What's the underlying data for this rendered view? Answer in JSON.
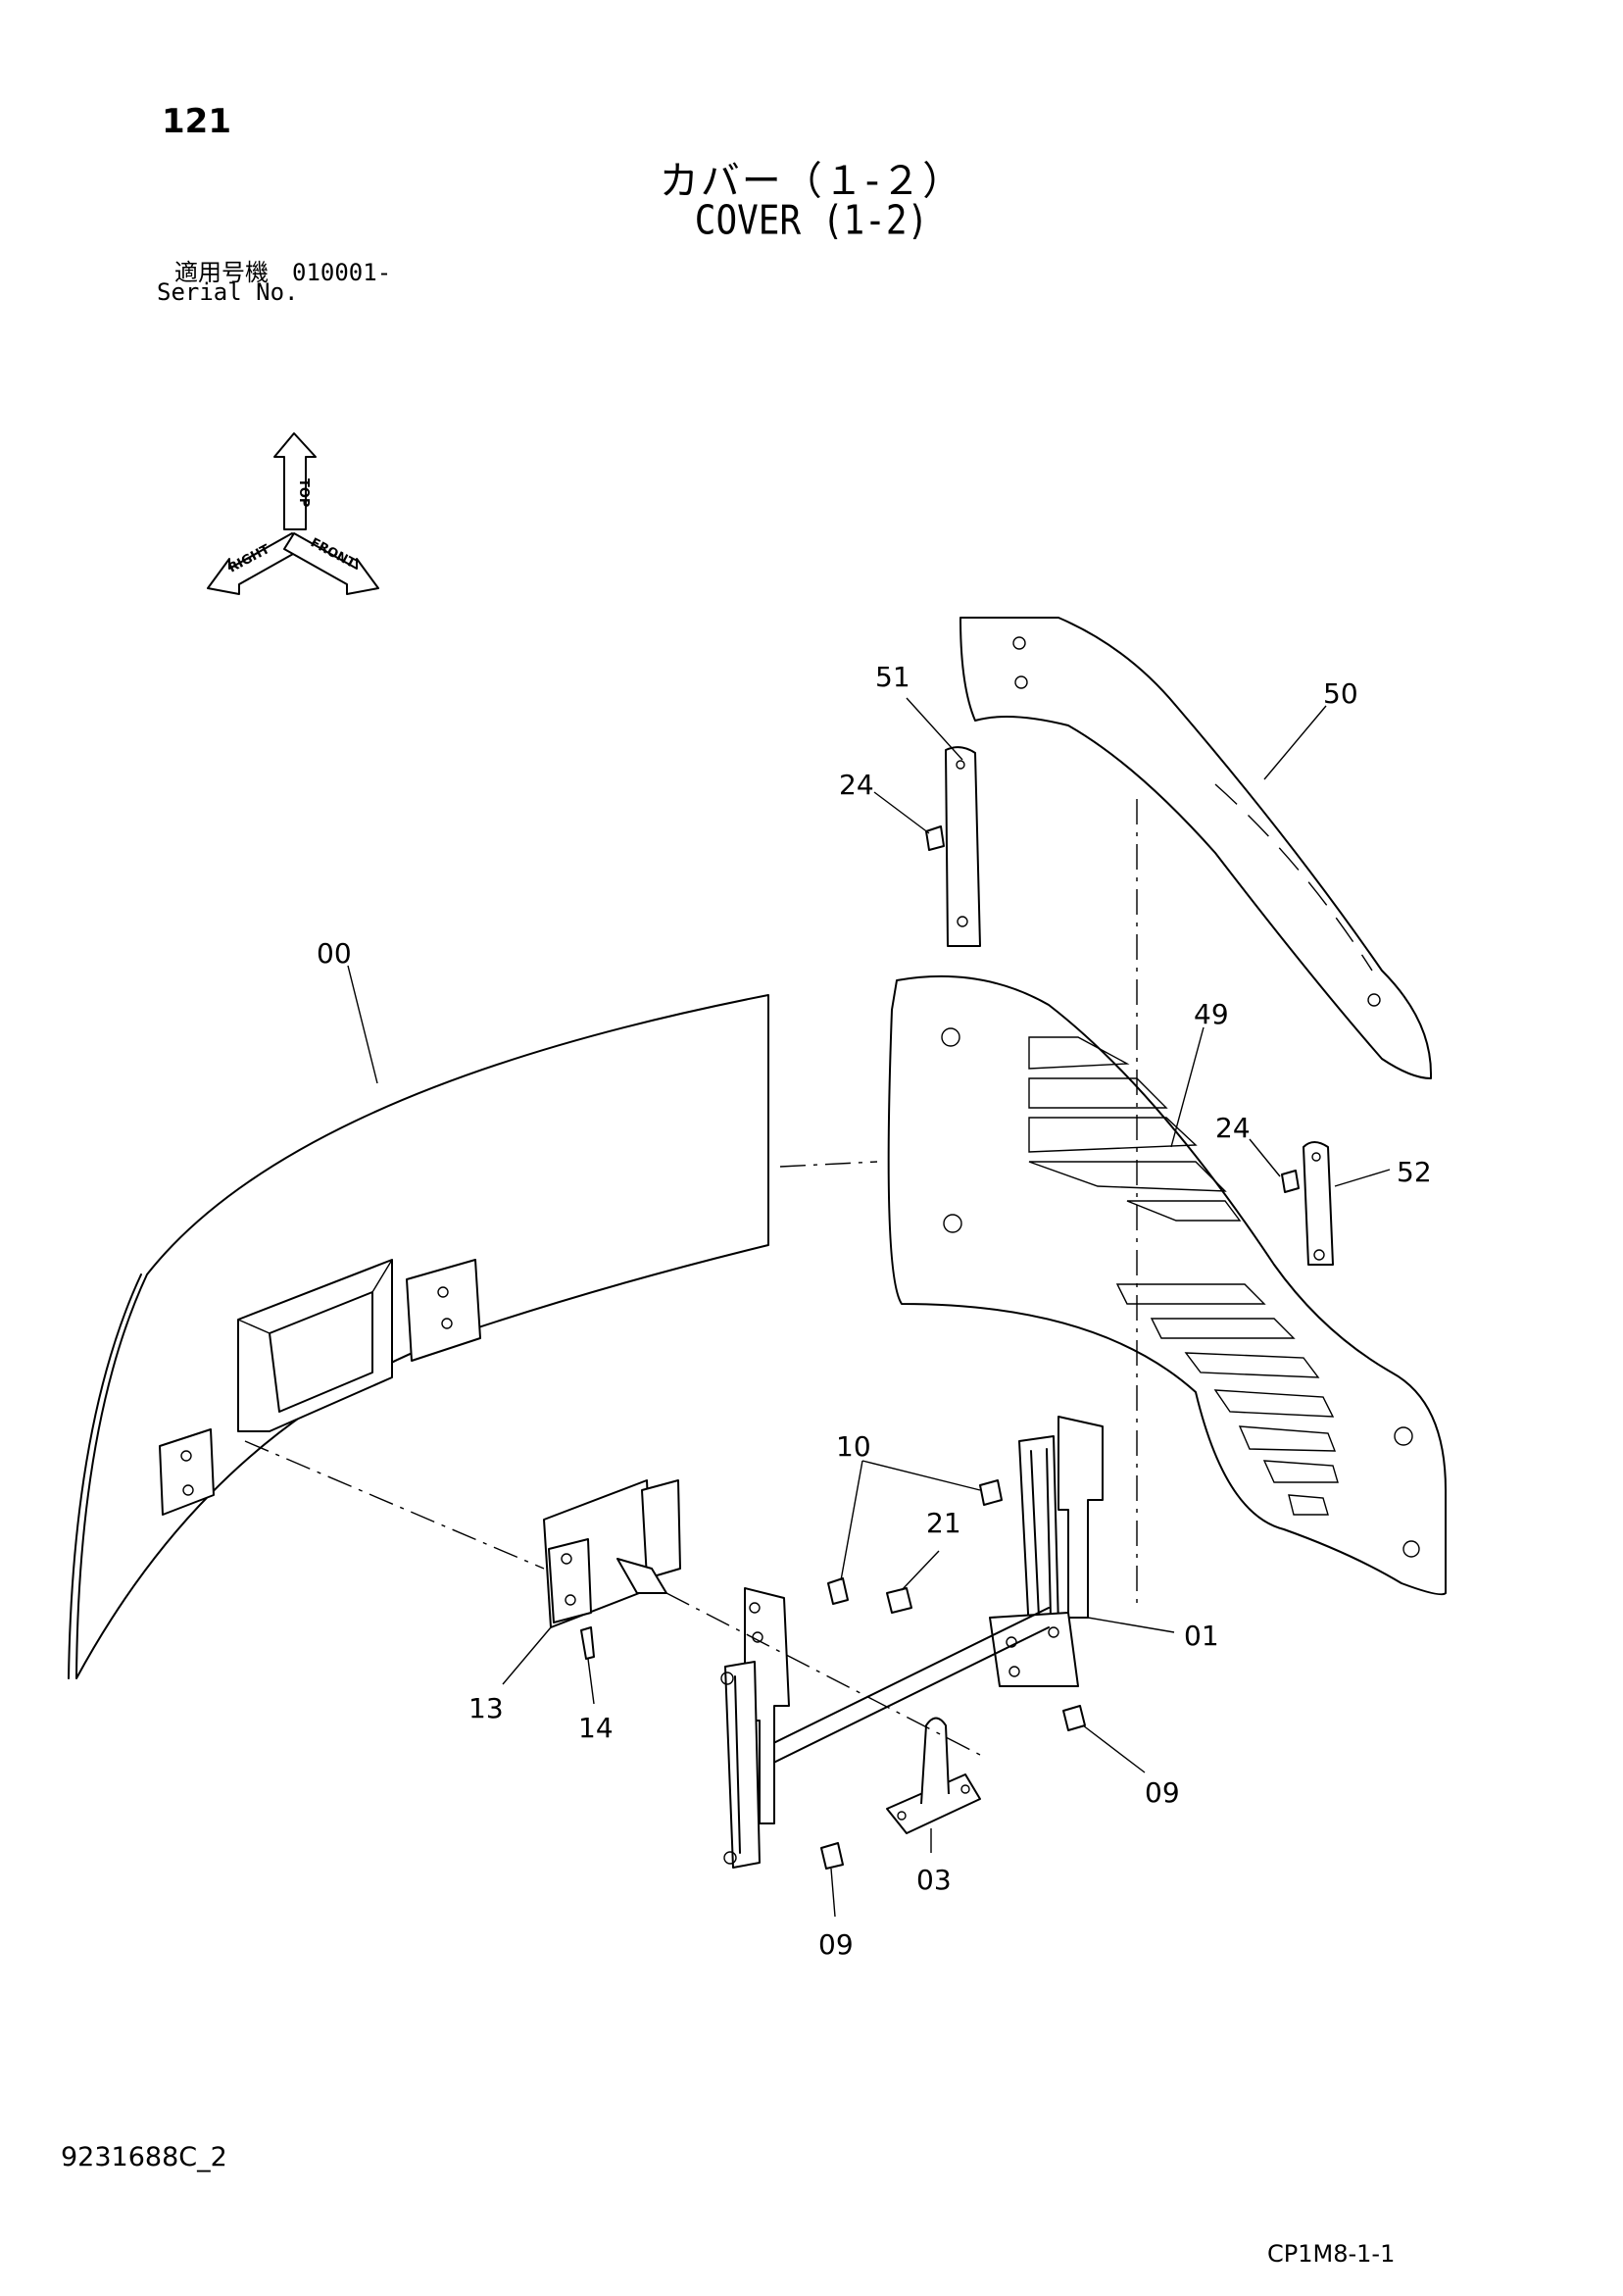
{
  "header": {
    "page_number": "121",
    "title_ja": "カバー（１-２）",
    "title_en": "COVER (1-2)",
    "serial_label_ja": "適用号機　010001-",
    "serial_label_en": "Serial No."
  },
  "orientation_indicator": {
    "top_label": "TOP",
    "right_label": "RIGHT",
    "front_label": "FRONT"
  },
  "callouts": [
    {
      "id": "c-51",
      "label": "51"
    },
    {
      "id": "c-50",
      "label": "50"
    },
    {
      "id": "c-24a",
      "label": "24"
    },
    {
      "id": "c-00",
      "label": "00"
    },
    {
      "id": "c-49",
      "label": "49"
    },
    {
      "id": "c-24b",
      "label": "24"
    },
    {
      "id": "c-52",
      "label": "52"
    },
    {
      "id": "c-10",
      "label": "10"
    },
    {
      "id": "c-21",
      "label": "21"
    },
    {
      "id": "c-01",
      "label": "01"
    },
    {
      "id": "c-13",
      "label": "13"
    },
    {
      "id": "c-14",
      "label": "14"
    },
    {
      "id": "c-09a",
      "label": "09"
    },
    {
      "id": "c-03",
      "label": "03"
    },
    {
      "id": "c-09b",
      "label": "09"
    }
  ],
  "footer": {
    "document_code": "9231688C_2",
    "sheet_code": "CP1M8-1-1"
  }
}
